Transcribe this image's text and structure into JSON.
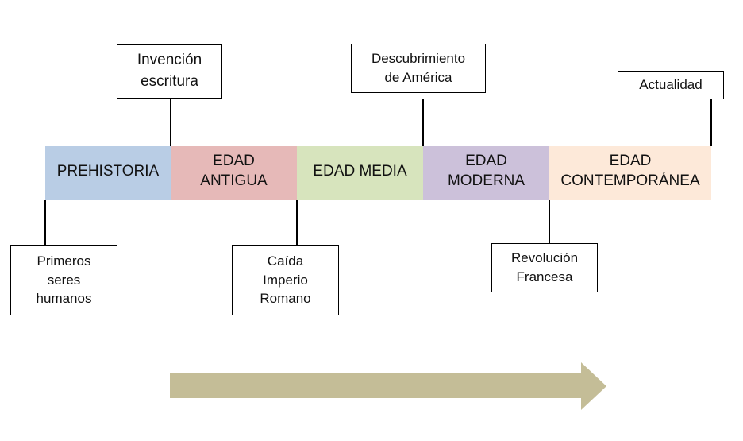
{
  "eras": [
    {
      "label": "PREHISTORIA",
      "color": "#b9cde5"
    },
    {
      "label": "EDAD\nANTIGUA",
      "color": "#e6b9b8"
    },
    {
      "label": "EDAD MEDIA",
      "color": "#d7e4bd"
    },
    {
      "label": "EDAD\nMODERNA",
      "color": "#ccc1da"
    },
    {
      "label": "EDAD\nCONTEMPORÁNEA",
      "color": "#fde9d9"
    }
  ],
  "events_above": [
    {
      "label": "Invención\nescritura"
    },
    {
      "label": "Descubrimiento\nde América"
    },
    {
      "label": "Actualidad"
    }
  ],
  "events_below": [
    {
      "label": "Primeros\nseres\nhumanos"
    },
    {
      "label": "Caída\nImperio\nRomano"
    },
    {
      "label": "Revolución\nFrancesa"
    }
  ],
  "arrow_color": "#c4bd97"
}
